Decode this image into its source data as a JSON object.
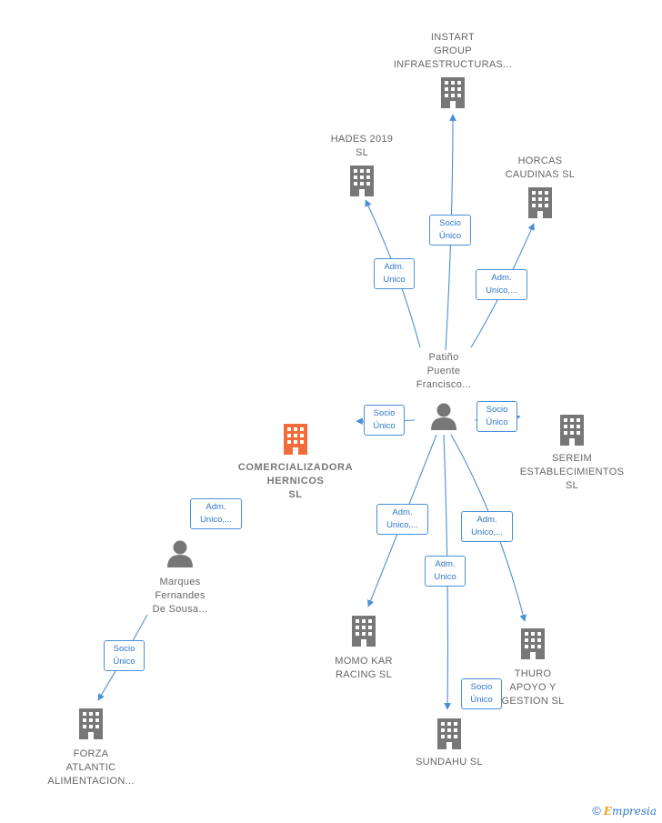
{
  "nodes": {
    "instart": {
      "label": "INSTART\nGROUP\nINFRAESTRUCTURAS..."
    },
    "hades": {
      "label": "HADES 2019\nSL"
    },
    "horcas": {
      "label": "HORCAS\nCAUDINAS  SL"
    },
    "patino": {
      "label": "Patiño\nPuente\nFrancisco..."
    },
    "comercializadora": {
      "label": "COMERCIALIZADORA\nHERNICOS\nSL"
    },
    "sereim": {
      "label": "SEREIM\nESTABLECIMIENTOS\nSL"
    },
    "marques": {
      "label": "Marques\nFernandes\nDe Sousa..."
    },
    "momo": {
      "label": "MOMO KAR\nRACING  SL"
    },
    "thuro": {
      "label": "THURO\nAPOYO Y\nGESTION  SL"
    },
    "sundahu": {
      "label": "SUNDAHU  SL"
    },
    "forza": {
      "label": "FORZA\nATLANTIC\nALIMENTACION..."
    }
  },
  "badges": {
    "instart": "Socio\nÚnico",
    "hades": "Adm.\nUnico",
    "horcas": "Adm.\nUnico,...",
    "comercializadora": "Socio\nÚnico",
    "sereim": "Socio\nÚnico",
    "marques_comercializadora": "Adm.\nUnico,...",
    "momo": "Adm.\nUnico,...",
    "sundahu_adm": "Adm.\nUnico",
    "thuro": "Adm.\nUnico,...",
    "sundahu_socio": "Socio\nÚnico",
    "forza": "Socio\nÚnico"
  },
  "icons": {
    "company": "building-icon",
    "person": "person-icon"
  },
  "colors": {
    "edge": "#4a90d9",
    "icon": "#777777",
    "focus_icon": "#f26b3a",
    "badge_text": "#2f76c8"
  },
  "brand": {
    "copyright": "©",
    "e": "E",
    "rest": "mpresia"
  }
}
